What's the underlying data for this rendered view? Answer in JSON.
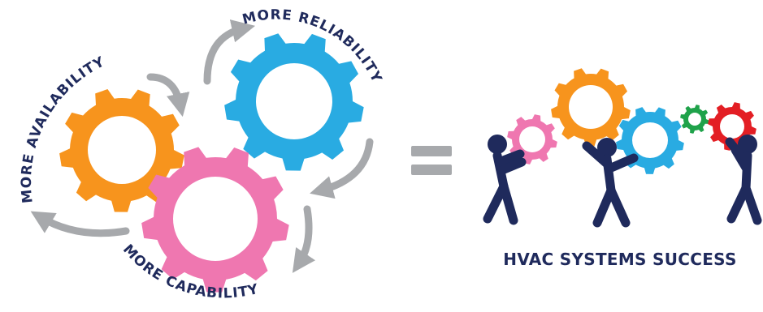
{
  "labels": {
    "availability": "MORE AVAILABILITY",
    "reliability": "MORE RELIABILITY",
    "capability": "MORE CAPABILITY",
    "result": "HVAC SYSTEMS SUCCESS"
  },
  "colors": {
    "orange": "#f7941d",
    "blue": "#29abe2",
    "pink": "#ef77b0",
    "green": "#1fa24a",
    "red": "#e31e24",
    "navy": "#1f2a5c",
    "arrow_gray": "#a7a9ac",
    "equals_gray": "#a7a9ac"
  }
}
